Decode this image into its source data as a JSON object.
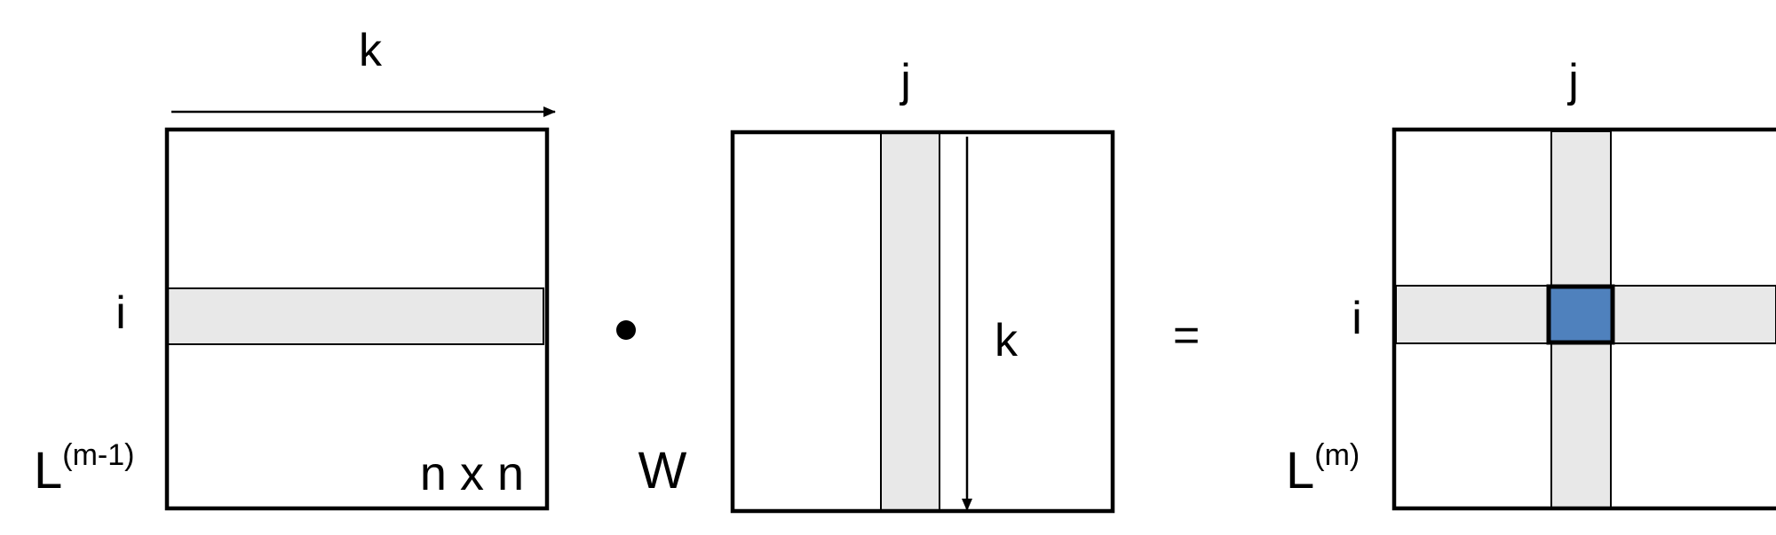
{
  "labels": {
    "left_k": "k",
    "left_i": "i",
    "left_name": "L",
    "left_name_sup": "(m-1)",
    "left_size": "n x n",
    "dot_operator": "•",
    "middle_j": "j",
    "middle_k": "k",
    "middle_name": "W",
    "equals_operator": "=",
    "right_j": "j",
    "right_i": "i",
    "right_name": "L",
    "right_name_sup": "(m)"
  },
  "colors": {
    "stroke": "#000000",
    "band_fill": "#e8e8e8",
    "result_cell_fill": "#4f81bd",
    "background": "#ffffff"
  }
}
